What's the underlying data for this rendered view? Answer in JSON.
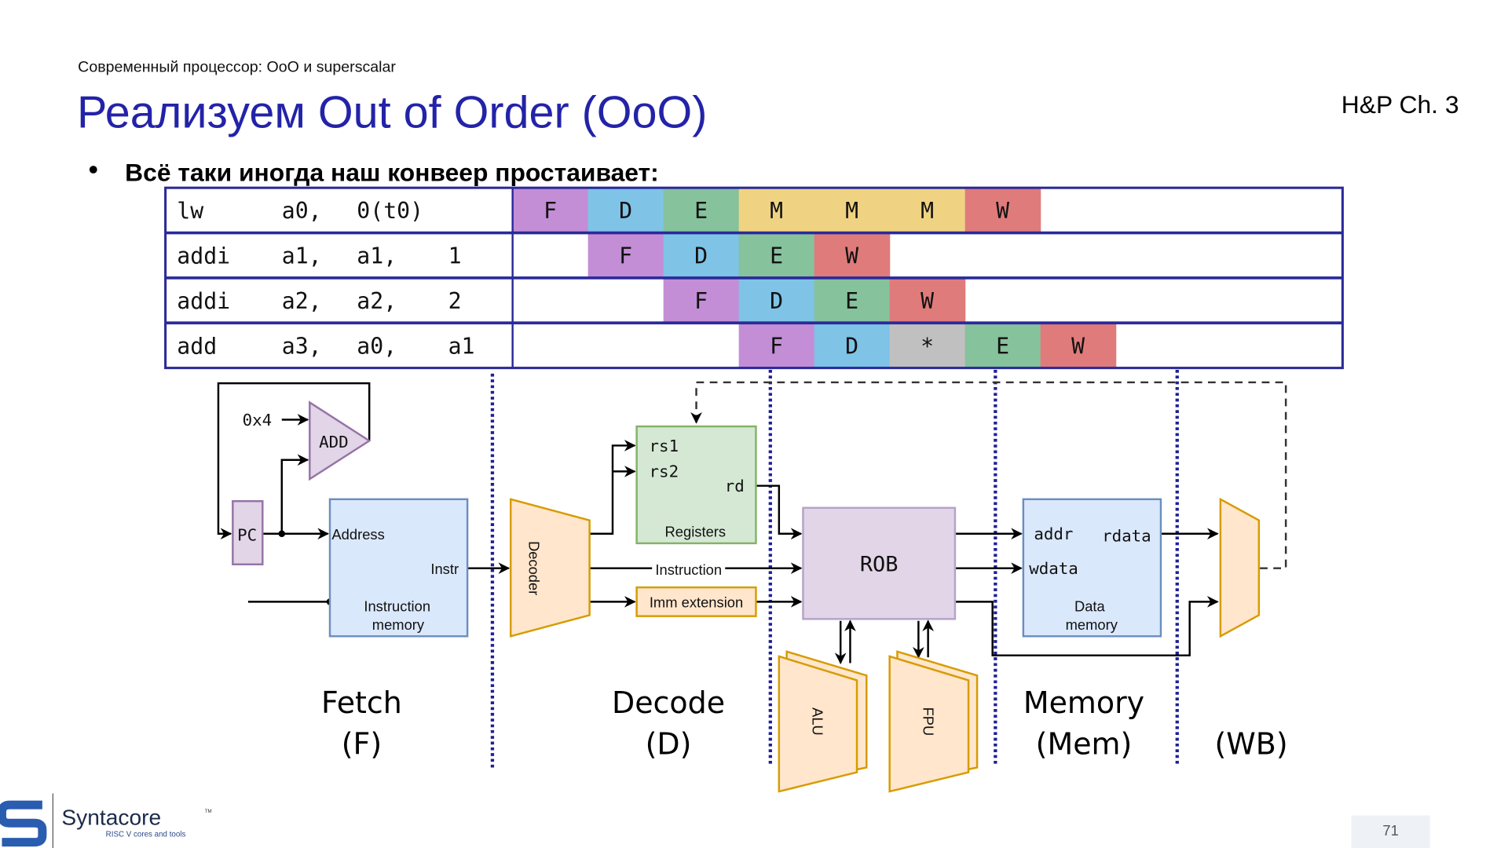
{
  "header": {
    "subtitle": "Современный процессор: OoO и superscalar",
    "title": "Реализуем Out of Order (OoO)",
    "reference": "H&P Ch. 3",
    "bullet": "Всё таки иногда наш конвеер простаивает:"
  },
  "pipeline_table": {
    "rows": [
      {
        "op": "lw",
        "a1": "a0,",
        "a2": "0(t0)",
        "a3": "",
        "start": 0,
        "stages": [
          "F",
          "D",
          "E",
          "M",
          "M",
          "M",
          "W"
        ]
      },
      {
        "op": "addi",
        "a1": "a1,",
        "a2": "a1,",
        "a3": "1",
        "start": 1,
        "stages": [
          "F",
          "D",
          "E",
          "W"
        ]
      },
      {
        "op": "addi",
        "a1": "a2,",
        "a2": "a2,",
        "a3": "2",
        "start": 2,
        "stages": [
          "F",
          "D",
          "E",
          "W"
        ]
      },
      {
        "op": "add",
        "a1": "a3,",
        "a2": "a0,",
        "a3": "a1",
        "start": 3,
        "stages": [
          "F",
          "D",
          "*",
          "E",
          "W"
        ]
      }
    ],
    "stage_colors": {
      "F": "#c38ed6",
      "D": "#7fc3e6",
      "E": "#86c29c",
      "M": "#f0d382",
      "W": "#e07b7b",
      "*": "#c0c0c0"
    },
    "border_color": "#2a2a9a"
  },
  "diagram": {
    "const4": "0x4",
    "add": "ADD",
    "pc": "PC",
    "imem": {
      "address": "Address",
      "instr": "Instr",
      "name1": "Instruction",
      "name2": "memory"
    },
    "decoder": "Decoder",
    "regs": {
      "rs1": "rs1",
      "rs2": "rs2",
      "rd": "rd",
      "name": "Registers"
    },
    "instruction_wire": "Instruction",
    "imm": "Imm extension",
    "rob": "ROB",
    "alu": "ALU",
    "fpu": "FPU",
    "dmem": {
      "addr": "addr",
      "rdata": "rdata",
      "wdata": "wdata",
      "name1": "Data",
      "name2": "memory"
    },
    "stages": {
      "fetch": "Fetch",
      "fetch_short": "(F)",
      "decode": "Decode",
      "decode_short": "(D)",
      "memory": "Memory",
      "memory_short": "(Mem)",
      "wb_short": "(WB)"
    }
  },
  "footer": {
    "logo": "Syntacore",
    "tm": "TM",
    "tagline": "RISC V cores and tools",
    "page_number": "71"
  },
  "colors": {
    "title": "#2323a8",
    "accent_blue": "#1f1f9a"
  }
}
